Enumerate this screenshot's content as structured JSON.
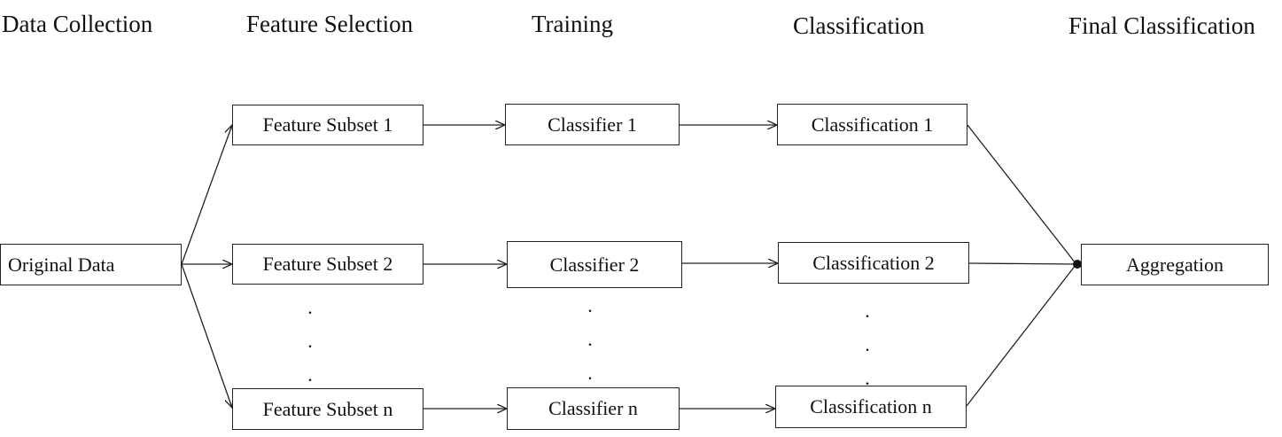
{
  "headers": {
    "data_collection": "Data Collection",
    "feature_selection": "Feature Selection",
    "training": "Training",
    "classification": "Classification",
    "final_classification": "Final Classification"
  },
  "nodes": {
    "original_data": "Original Data",
    "feature_subsets": [
      "Feature Subset 1",
      "Feature Subset 2",
      "Feature Subset n"
    ],
    "classifiers": [
      "Classifier 1",
      "Classifier 2",
      "Classifier n"
    ],
    "classifications": [
      "Classification 1",
      "Classification 2",
      "Classification n"
    ],
    "aggregation": "Aggregation"
  },
  "ellipsis": "."
}
